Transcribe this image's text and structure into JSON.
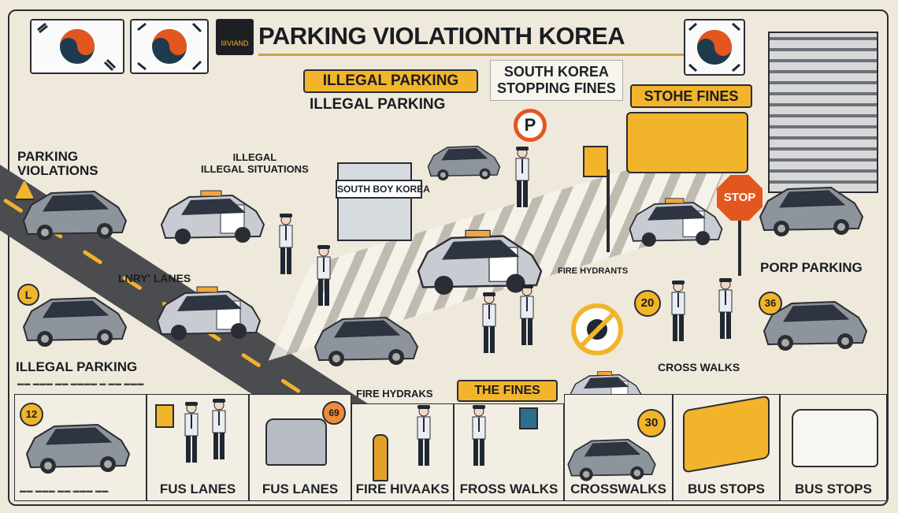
{
  "header": {
    "title": "PARKING VIOLATIONTH KOREA",
    "logo_text": "IIIVIAND"
  },
  "top_labels": {
    "illegal_parking_badge": "ILLEGAL PARKING",
    "illegal_parking_sub": "ILLEGAL PARKING",
    "south_korea_box_line1": "SOUTH KOREA",
    "south_korea_box_line2": "STOPPING FINES",
    "stone_fines": "STOHE FINES",
    "stop_sign": "STOP",
    "parking_sign": "P"
  },
  "left_labels": {
    "parking_violations_line1": "PARKING",
    "parking_violations_line2": "VIOLATIONS",
    "illegal_situations_line1": "ILLEGAL",
    "illegal_situations_line2": "ILLEGAL SITUATIONS",
    "lanes": "LNRY' LANES",
    "illegal_parking": "ILLEGAL PARKING"
  },
  "shop_sign": "SOUTH   BOY KOREA",
  "right_labels": {
    "fire_hydrants": "FIRE HYDRANTS",
    "porp_parking": "PORP PARKING",
    "cross_walks": "CROSS WALKS",
    "badge_20": "20",
    "badge_36": "36",
    "badge_30": "30"
  },
  "center_labels": {
    "fire_hydraks": "FIRE HYDRAKS",
    "the_fines": "THE FINES"
  },
  "bottom_panels": [
    {
      "label": "",
      "badge": "12"
    },
    {
      "label": "FUS LANES"
    },
    {
      "label": "FUS LANES",
      "badge": "69"
    },
    {
      "label": "FIRE HIVAAKS"
    },
    {
      "label": "FROSS WALKS"
    },
    {
      "label": "CROSSWALKS",
      "badge": "30"
    },
    {
      "label": "BUS STOPS"
    },
    {
      "label": "BUS STOPS"
    }
  ],
  "colors": {
    "accent": "#f2b42a",
    "background": "#efe9dc",
    "ink": "#1e232a",
    "road": "#4a4c50",
    "flag_red": "#e4561f",
    "flag_blue": "#1f3a4d"
  }
}
